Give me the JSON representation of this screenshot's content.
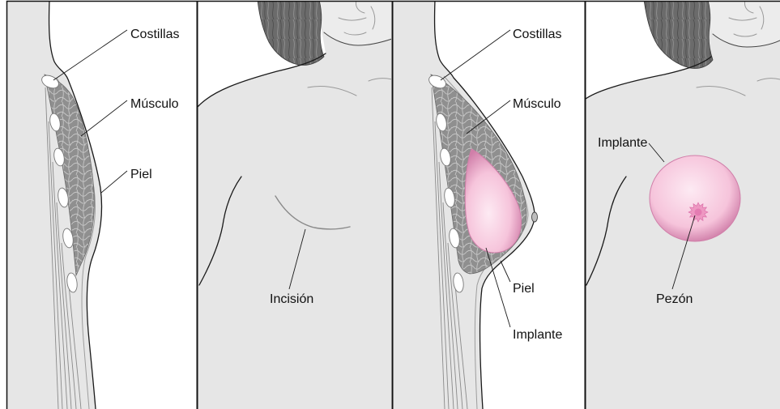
{
  "panels": [
    {
      "labels": {
        "ribs": "Costillas",
        "muscle": "Músculo",
        "skin": "Piel"
      }
    },
    {
      "labels": {
        "incision": "Incisión"
      }
    },
    {
      "labels": {
        "ribs": "Costillas",
        "muscle": "Músculo",
        "skin": "Piel",
        "implant": "Implante"
      }
    },
    {
      "labels": {
        "implant": "Implante",
        "nipple": "Pezón"
      }
    }
  ],
  "colors": {
    "skin": "#e6e6e6",
    "face": "#ececec",
    "hair": "#6b6b6b",
    "tissue": "#8f8f8f",
    "implant": "#f6c4db",
    "implant_edge": "#d07fa9",
    "nipple": "#ee98c2",
    "incision": "#8a8a8a",
    "line": "#1a1a1a"
  }
}
